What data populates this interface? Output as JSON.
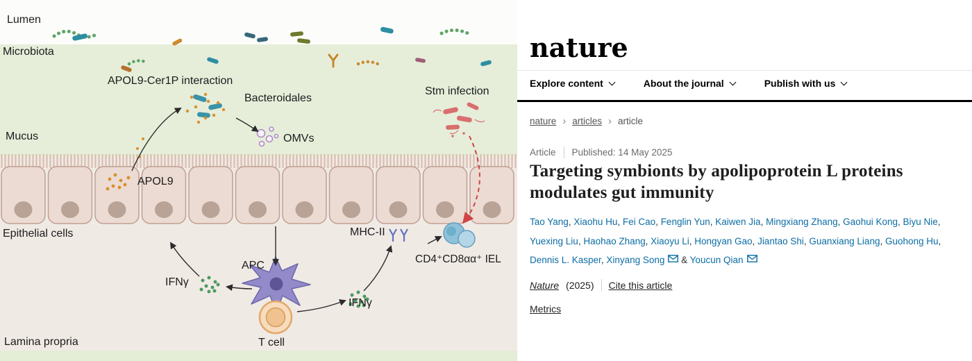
{
  "figure": {
    "labels": {
      "lumen": "Lumen",
      "microbiota": "Microbiota",
      "apol9_cer1p": "APOL9-Cer1P interaction",
      "bacteroidales": "Bacteroidales",
      "omvs": "OMVs",
      "stm_infection": "Stm infection",
      "mucus": "Mucus",
      "apol9": "APOL9",
      "epithelial_cells": "Epithelial cells",
      "mhc_ii": "MHC-II",
      "iel": "CD4⁺CD8αα⁺ IEL",
      "ifng_left": "IFNγ",
      "ifng_right": "IFNγ",
      "apc": "APC",
      "t_cell": "T cell",
      "lamina_propria": "Lamina propria"
    },
    "colors": {
      "lumen_bg": "#fcfdfa",
      "mucus_bg": "#e6eeda",
      "lamina_bg": "#f0eae5",
      "epithelium_fill": "#ecdbd3",
      "epithelium_stroke": "#bf9f92",
      "stm_red": "#d96e6e",
      "apol9_orange": "#d98f2b",
      "ifng_green": "#4c9a5f",
      "iel_blue": "#8fc2d9",
      "apc_purple": "#938ac9",
      "tcell_orange": "#efc28f"
    }
  },
  "site": {
    "logo": "nature",
    "nav": [
      {
        "label": "Explore content"
      },
      {
        "label": "About the journal"
      },
      {
        "label": "Publish with us"
      }
    ],
    "breadcrumb": [
      "nature",
      "articles",
      "article"
    ],
    "icons": {
      "chevron_right": "›",
      "email": "✉"
    },
    "link_color": "#0c6da4",
    "article": {
      "type": "Article",
      "published": "Published: 14 May 2025",
      "title": "Targeting symbionts by apolipoprotein L proteins modulates gut immunity",
      "authors": [
        {
          "name": "Tao Yang"
        },
        {
          "name": "Xiaohu Hu"
        },
        {
          "name": "Fei Cao"
        },
        {
          "name": "Fenglin Yun"
        },
        {
          "name": "Kaiwen Jia"
        },
        {
          "name": "Mingxiang Zhang"
        },
        {
          "name": "Gaohui Kong"
        },
        {
          "name": "Biyu Nie"
        },
        {
          "name": "Yuexing Liu"
        },
        {
          "name": "Haohao Zhang"
        },
        {
          "name": "Xiaoyu Li"
        },
        {
          "name": "Hongyan Gao"
        },
        {
          "name": "Jiantao Shi"
        },
        {
          "name": "Guanxiang Liang"
        },
        {
          "name": "Guohong Hu"
        },
        {
          "name": "Dennis L. Kasper"
        },
        {
          "name": "Xinyang Song",
          "email": true
        },
        {
          "name": "Youcun Qian",
          "email": true
        }
      ],
      "journal": "Nature",
      "year": "(2025)",
      "cite_link": "Cite this article",
      "metrics_link": "Metrics"
    }
  }
}
